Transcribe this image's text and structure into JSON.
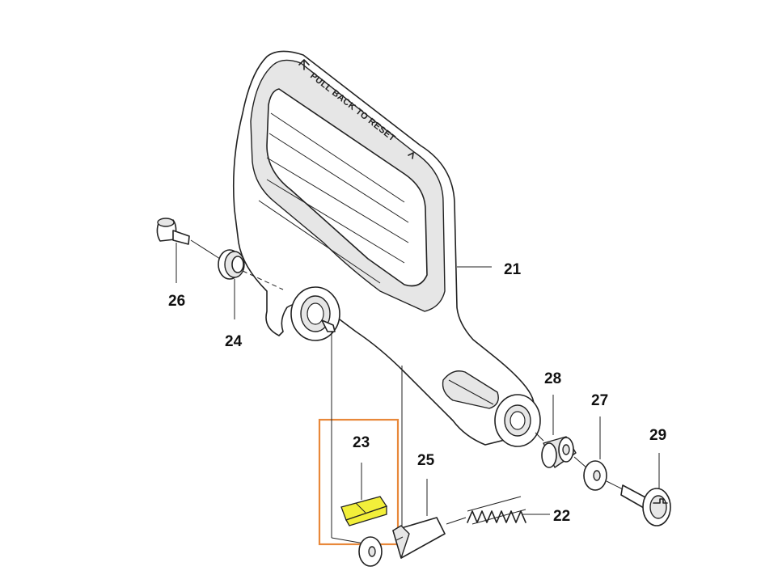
{
  "diagram": {
    "handle_text": "PULL BACK TO RESET",
    "highlight_color": "#e8883a",
    "part_color": "#f2ef3a",
    "labels": {
      "p21": "21",
      "p22": "22",
      "p23": "23",
      "p24": "24",
      "p25": "25",
      "p26": "26",
      "p27": "27",
      "p28": "28",
      "p29": "29"
    }
  }
}
